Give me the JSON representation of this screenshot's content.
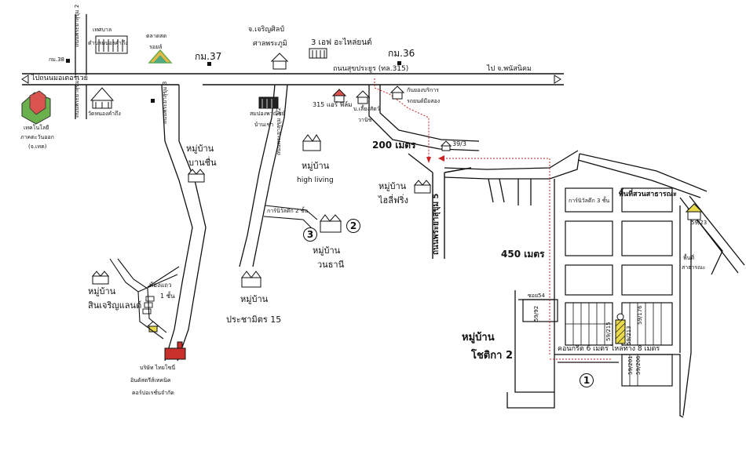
{
  "colors": {
    "road": "#111111",
    "route": "#cc2222",
    "highlight": "#e8d84a",
    "land": "#ffffff"
  },
  "labels": {
    "road_soi2": "ถนนพระยาสุขุม 2",
    "village_bus_top": "เทศบาล",
    "village_bus_sub": "ตำบลหนองคำถึง",
    "market": "ตลาดสด",
    "market_sub": "รอยล์",
    "jchoen": "จ.เจริญศิลป์",
    "jchoen_sub": "ศาลพระภูมิ",
    "km38": "กม.38",
    "km37": "กม.37",
    "km36": "กม.36",
    "shop3": "3 เอฟ อะไหล่ยนต์",
    "road_sukhum": "ถนนสุขประยูร (ทล.315)",
    "to_chon": "ไปถนนมอเตอร์เวย์",
    "to_phanat": "ไป จ.พนัสนิคม",
    "road_soi1": "ถนนพระยาสุขุม 1",
    "tech_park": "เทคโนโลยี",
    "tech_park_sub": "ภาคตะวันออก",
    "tech_park_sub2": "(จ.เทค)",
    "temple": "วัดหนองคำถึง",
    "road_soi3": "ถนนพระยาสุขุม 3",
    "market2": "สมปองพาณิชย์",
    "market2_sub": "บ้านเช่า",
    "shop315": "315 แอร์ ฟิล์ม",
    "baan_sip": "บ.เลี้ยงสัตว์",
    "baan_sip_sub": "วานิช",
    "garage": "กันยองบริการ",
    "garage_sub": "รถยนต์มือสอง",
    "dist200": "200 เมตร",
    "house393": "39/3",
    "road_soi32": "ถนนพระยาสุขุม 3/2",
    "vill_baan_chuen": "หมู่บ้าน",
    "vill_baan_chuen_sub": "บานชื่น",
    "vill_high": "หมู่บ้าน",
    "vill_high_sub": "high living",
    "vill_hifriend": "หมู่บ้าน",
    "vill_hifriend_sub": "ไฮลี่ฟริ่ง",
    "road_soi5": "ถนนพระยาสุขุม 5",
    "carnival": "การ์นิวัลตึก 2 ชั้น",
    "vill_wanthani": "หมู่บ้าน",
    "vill_wanthani_sub": "วนธานี",
    "dist450": "450 เมตร",
    "public_area": "พื้นที่สวนสาธารณะ",
    "carnival2": "การ์นิวัลตึก 3 ชั้น",
    "house5923": "59/23",
    "public_sub1": "พื้นที่",
    "public_sub2": "สาธารณะ",
    "vill_sinchroen": "หมู่บ้าน",
    "vill_sinchroen_sub": "สินเจริญแลนด์",
    "rowhouse": "ห้องแถว",
    "rowhouse_sub": "1 ชั้น",
    "vill_pracha": "หมู่บ้าน",
    "vill_pracha_sub": "ประชามิตร 15",
    "soi54": "ซอย54",
    "h5992": "59/92",
    "h59215": "59/215",
    "h59176": "59/176",
    "h59213": "59/213",
    "vill_chotika": "หมู่บ้าน",
    "vill_chotika_sub": "โชติกา 2",
    "concrete": "คอนกรีต 6 เมตร ไหล่ทาง 8 เมตร",
    "h59201": "59/201",
    "h59206": "59/206",
    "factory": "บริษัท ไทยโซนี่",
    "factory_sub": "อินดัสตรีส์เทคนิค",
    "factory_sub2": "คอร์ปอเรชั่นจำกัด",
    "pin1": "1",
    "pin2": "2",
    "pin3": "3"
  }
}
